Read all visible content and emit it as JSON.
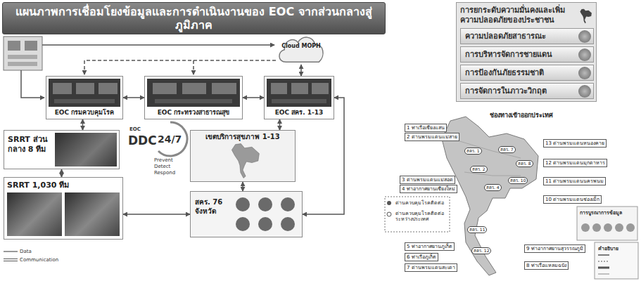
{
  "diagram": {
    "title": "แผนภาพการเชื่อมโยงข้อมูลและการดำเนินงานของ EOC จากส่วนกลางสู่ภูมิภาค",
    "nodes": [
      {
        "text": [
          "Cloud MOPH"
        ]
      },
      {
        "text": [
          "EOC กรมควบคุมโรค"
        ]
      },
      {
        "text": [
          "EOC กระทรวงสาธารณสุข"
        ]
      },
      {
        "text": [
          "EOC สคร. 1-13"
        ]
      },
      {
        "text": [
          "SRRT ส่วนกลาง 8 ทีม"
        ]
      },
      {
        "text": [
          "เขตบริการสุขภาพ 1-13"
        ]
      },
      {
        "text": [
          "SRRT 1,030 ทีม"
        ]
      },
      {
        "text": [
          "สคร. 76 จังหวัด"
        ]
      },
      {
        "text": [
          "การยกระดับความมั่นคงและเพิ่มความปลอดภัยของประชาชน"
        ]
      },
      {
        "text": [
          "ความปลอดภัยสาธารณะ"
        ],
        "in": 8
      },
      {
        "text": [
          "การบริหารจัดการชายแดน"
        ],
        "in": 8
      },
      {
        "text": [
          "การป้องกันภัยธรรมชาติ"
        ],
        "in": 8
      },
      {
        "text": [
          "การจัดการในภาวะวิกฤต"
        ],
        "in": 8
      },
      {
        "text": [
          "1 ท่าเรือเชียงแสน"
        ]
      },
      {
        "text": [
          "2 ด่านพรมแดนแม่สาย"
        ]
      },
      {
        "text": [
          "13 ด่านพรมแดนหนองคาย"
        ]
      },
      {
        "text": [
          "12 ด่านพรมแดนมุกดาหาร"
        ]
      },
      {
        "text": [
          "11 ด่านพรมแดนนครพนม"
        ]
      },
      {
        "text": [
          "10 ด่านพรมแดนช่องเม็ก"
        ]
      },
      {
        "text": [
          "3 ด่านพรมแดนแม่สอด"
        ]
      },
      {
        "text": [
          "4 ท่าอากาศยานเชียงใหม่"
        ]
      },
      {
        "text": [
          "5 ท่าอากาศยานภูเก็ต"
        ]
      },
      {
        "text": [
          "6 ท่าเรือภูเก็ต"
        ]
      },
      {
        "text": [
          "7 ด่านพรมแดนสะเดา"
        ]
      },
      {
        "text": [
          "9 ท่าอากาศยานสุวรรณภูมิ"
        ]
      },
      {
        "text": [
          "8 ท่าเรือแหลมฉบัง"
        ]
      }
    ],
    "edges": [
      {
        "from": 1,
        "to": 2,
        "arrow": "both"
      },
      {
        "from": 2,
        "to": 3,
        "arrow": "both"
      },
      {
        "from": 3,
        "to": 0,
        "arrow": "both"
      },
      {
        "from": 1,
        "to": 4,
        "arrow": "both"
      },
      {
        "from": 4,
        "to": 6,
        "arrow": "both"
      },
      {
        "from": 3,
        "to": 5,
        "arrow": "both"
      },
      {
        "from": 5,
        "to": 7,
        "arrow": "both"
      },
      {
        "from": 6,
        "to": 7,
        "arrow": "both"
      },
      {
        "from": 7,
        "to": 3,
        "arrow": "both"
      }
    ],
    "labels": [
      "EOC",
      "DDC",
      "24/7",
      "Prevent",
      "Detect",
      "Respond",
      "ช่องทางเข้าออกประเทศ",
      "สคร. 1",
      "สคร. 2",
      "สคร. 7",
      "สคร. 8",
      "สคร. 10",
      "สคร. 4",
      "สคร. 11",
      "สคร. 12",
      "ด่านควบคุมโรคติดต่อ",
      "ด่านควบคุมโรคติดต่อระหว่างประเทศ",
      "การบูรณาการข้อมูล",
      "คำอธิบาย"
    ],
    "legend": [
      {
        "text": "Data"
      },
      {
        "text": "Communication"
      }
    ]
  }
}
